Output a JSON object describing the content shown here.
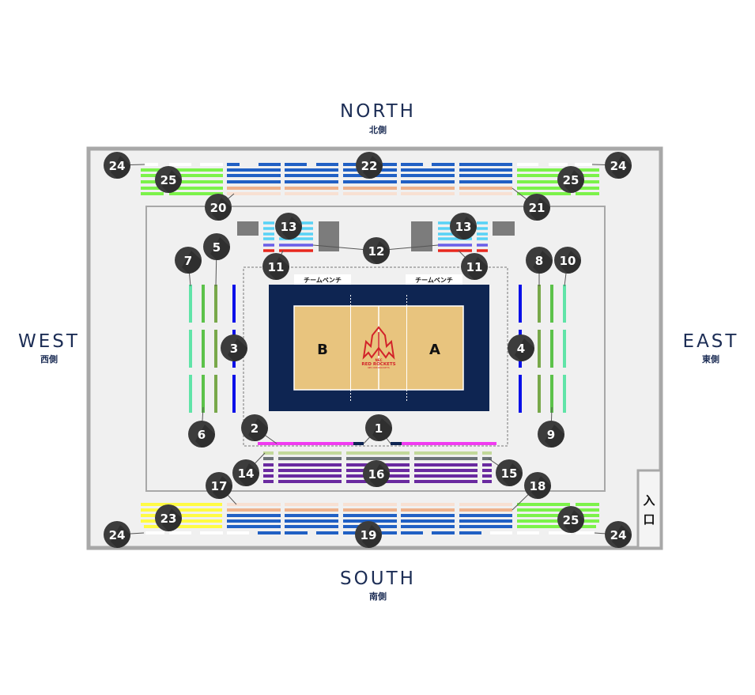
{
  "directions": {
    "north": {
      "en": "NORTH",
      "jp": "北側"
    },
    "south": {
      "en": "SOUTH",
      "jp": "南側"
    },
    "west": {
      "en": "WEST",
      "jp": "西側"
    },
    "east": {
      "en": "EAST",
      "jp": "東側"
    }
  },
  "entrance": {
    "char1": "入",
    "char2": "口"
  },
  "court": {
    "bench_left": "チームベンチ",
    "bench_right": "チームベンチ",
    "side_b": "B",
    "side_a": "A",
    "logo_top": "NEC",
    "logo_main": "RED ROCKETS",
    "logo_sub": "NEC REDROCKETS"
  },
  "badges": [
    "24",
    "24",
    "24",
    "24",
    "25",
    "25",
    "25",
    "22",
    "20",
    "21",
    "13",
    "13",
    "12",
    "11",
    "11",
    "7",
    "5",
    "8",
    "10",
    "3",
    "4",
    "6",
    "9",
    "2",
    "1",
    "14",
    "16",
    "15",
    "17",
    "18",
    "23",
    "19"
  ],
  "colors": {
    "frame": "#a8a8a8",
    "floor": "#f0f0f0",
    "navy": "#1c2d55",
    "court_outer": "#0e2552",
    "court_inner": "#e8c47e",
    "badge": "#3c3c3c",
    "blue": "#2160c4",
    "peach": "#eeb28c",
    "light_peach": "#f8e0d2",
    "green": "#7cf24a",
    "yellow": "#fffb44",
    "purple": "#6a2aa0",
    "gray_row": "#6c7378",
    "light_green": "#c2d89a",
    "light_blue": "#58d2f6",
    "violet": "#6a5ee8",
    "red": "#e8281e",
    "pink": "#f03cf0",
    "side_blue": "#0a10e8",
    "side_olive": "#78a84a",
    "side_green": "#5cc24a",
    "side_mint": "#60e4a8",
    "box_gray": "#7c7c7c"
  }
}
